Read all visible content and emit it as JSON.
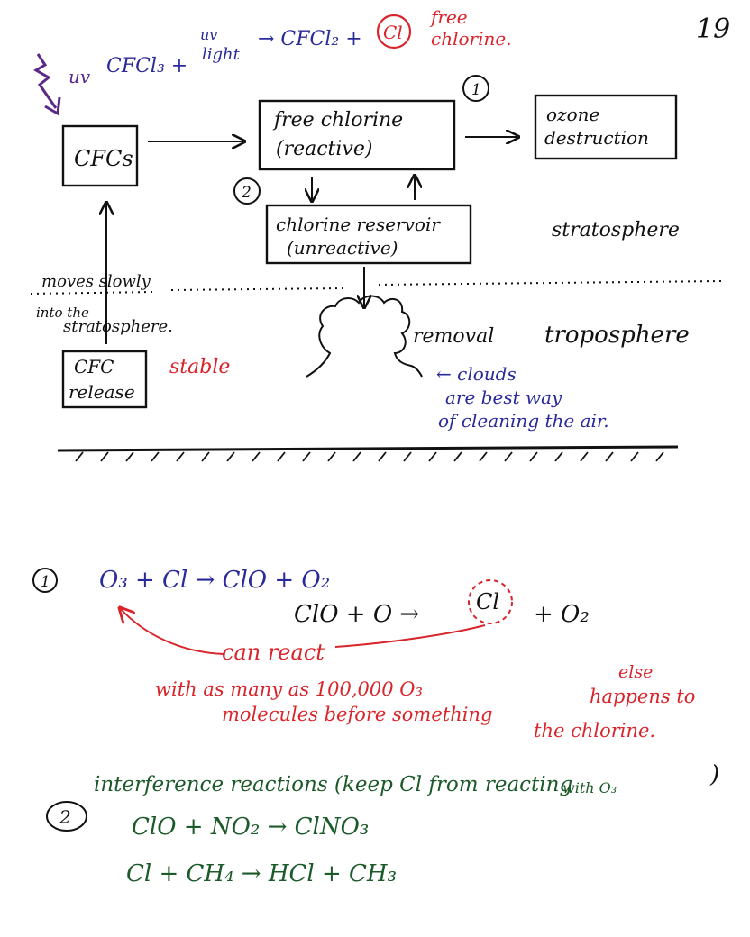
{
  "page_number": "19",
  "top_equation": {
    "uv": "uv",
    "reactant": "CFCl₃ +",
    "light_top": "uv",
    "light_bottom": "light",
    "arrow_product": "→ CFCl₂ +",
    "circled_cl": "Cl",
    "free_line1": "free",
    "free_line2": "chlorine."
  },
  "uv_side_label": "uv",
  "boxes": {
    "cfcs": "CFCs",
    "free_chlorine_line1": "free chlorine",
    "free_chlorine_line2": "(reactive)",
    "ozone_line1": "ozone",
    "ozone_line2": "destruction",
    "reservoir_line1": "chlorine reservoir",
    "reservoir_line2": "(unreactive)",
    "release_line1": "CFC",
    "release_line2": "release"
  },
  "markers": {
    "one": "1",
    "two": "2"
  },
  "labels": {
    "stratosphere": "stratosphere",
    "troposphere": "troposphere",
    "removal": "removal",
    "stable": "stable",
    "moves_line1": "moves slowly",
    "moves_line2": "into the",
    "moves_line3": "stratosphere.",
    "clouds_line1": "← clouds",
    "clouds_line2": "are best way",
    "clouds_line3": "of cleaning the air."
  },
  "reactions_1": {
    "marker": "1",
    "eq1": "O₃ + Cl → ClO + O₂",
    "eq2_left": "ClO + O →",
    "eq2_cl": "Cl",
    "eq2_right": "+ O₂",
    "note_line1": "can react",
    "note_line2": "with as many as 100,000 O₃",
    "note_line3": "molecules before something",
    "note_else": "else",
    "note_happens": "happens to",
    "note_line4": "the chlorine."
  },
  "reactions_2": {
    "marker": "2",
    "title": "interference reactions (keep Cl from reacting",
    "title_sub": "with O₃",
    "eq1": "ClO + NO₂ → ClNO₃",
    "eq2": "Cl + CH₄ → HCl + CH₃"
  },
  "colors": {
    "black": "#111111",
    "blue": "#2a2a9a",
    "red": "#d8252b",
    "green": "#1c5a2a",
    "purple": "#5b2a86"
  }
}
